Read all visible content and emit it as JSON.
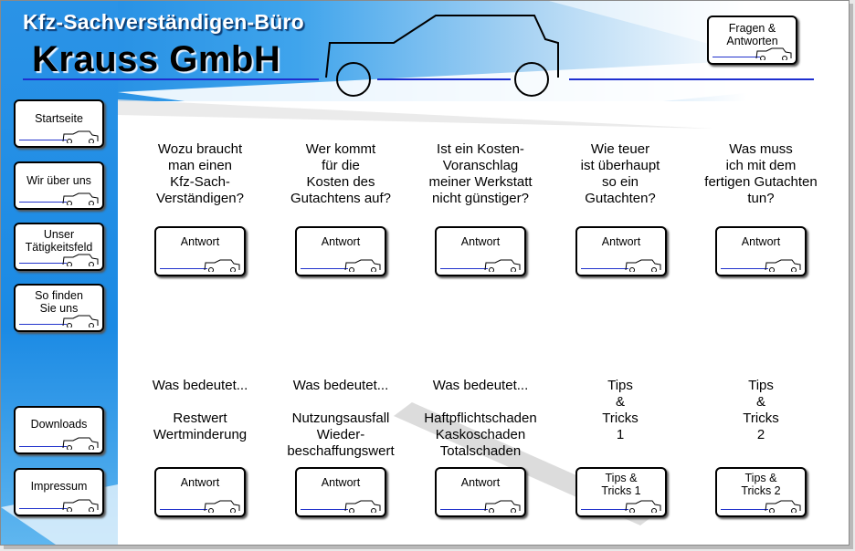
{
  "header": {
    "subtitle": "Kfz-Sachverständigen-Büro",
    "title": "Krauss GmbH",
    "faq_button": "Fragen &\nAntworten"
  },
  "sidebar": {
    "items": [
      {
        "label": "Startseite"
      },
      {
        "label": "Wir über uns"
      },
      {
        "label": "Unser\nTätigkeitsfeld"
      },
      {
        "label": "So finden\nSie uns"
      },
      {
        "label": "Downloads"
      },
      {
        "label": "Impressum"
      }
    ]
  },
  "questions": {
    "row1": [
      {
        "text": "Wozu braucht\nman einen\nKfz-Sach-\nVerständigen?",
        "button": "Antwort"
      },
      {
        "text": "Wer kommt\nfür die\nKosten des\nGutachtens auf?",
        "button": "Antwort"
      },
      {
        "text": "Ist ein Kosten-\nVoranschlag\nmeiner Werkstatt\nnicht günstiger?",
        "button": "Antwort"
      },
      {
        "text": "Wie teuer\nist überhaupt\nso ein\nGutachten?",
        "button": "Antwort"
      },
      {
        "text": "Was muss\nich mit dem\nfertigen Gutachten\ntun?",
        "button": "Antwort"
      }
    ],
    "row2": [
      {
        "text": "Was bedeutet...\n\nRestwert\nWertminderung",
        "button": "Antwort"
      },
      {
        "text": "Was bedeutet...\n\nNutzungsausfall\nWieder-\nbeschaffungswert",
        "button": "Antwort"
      },
      {
        "text": "Was bedeutet...\n\nHaftpflichtschaden\nKaskoschaden\nTotalschaden",
        "button": "Antwort"
      },
      {
        "text": "Tips\n&\nTricks\n1",
        "button": "Tips &\nTricks 1"
      },
      {
        "text": "Tips\n&\nTricks\n2",
        "button": "Tips &\nTricks 2"
      }
    ]
  },
  "colors": {
    "sidebar": "#1b8ae4",
    "accent_line": "#2233cc",
    "border": "#000000"
  },
  "icons": {
    "button_decoration": "car-outline-icon",
    "header_decoration": "car-outline-icon"
  }
}
